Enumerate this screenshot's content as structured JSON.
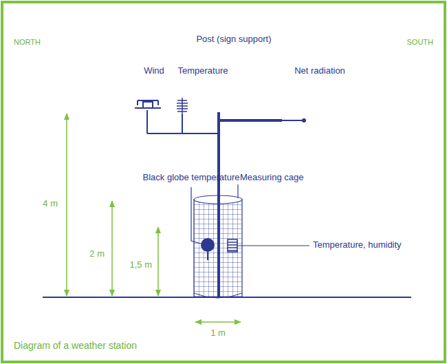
{
  "diagram": {
    "caption": "Diagram of a weather station",
    "labels": [
      "NORTH",
      "SOUTH",
      "Post (sign support)",
      "Wind",
      "Temperature",
      "Net radiation",
      "Measuring cage",
      "Black globe temperature",
      "Temperature, humidity",
      "4 m",
      "2 m",
      "1,5 m",
      "1 m"
    ]
  }
}
